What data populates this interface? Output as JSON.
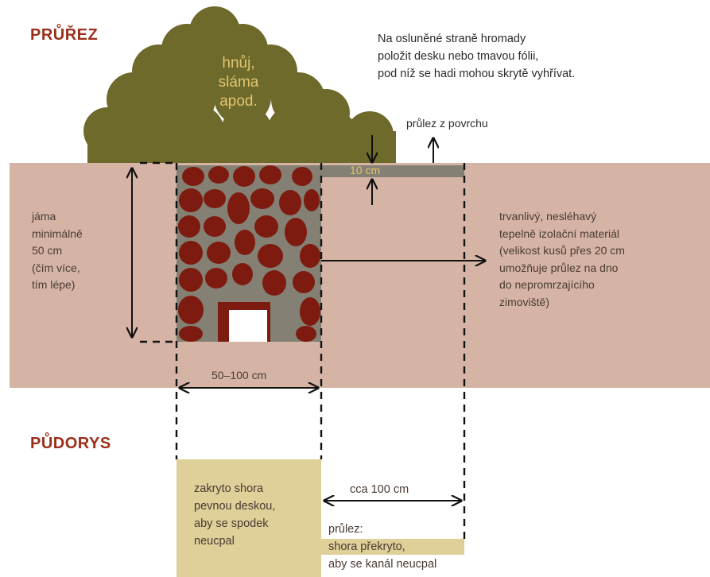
{
  "section_cross": {
    "title": "PRŮŘEZ"
  },
  "section_plan": {
    "title": "PŮDORYS"
  },
  "heap": {
    "label": "hnůj,\nsláma\napod."
  },
  "note_top": {
    "text": "Na osluněné straně hromady\npoložit desku nebo tmavou fólii,\npod níž se hadi mohou skrytě vyhřívat."
  },
  "surface_entry": {
    "label": "průlez z povrchu"
  },
  "gap": {
    "label": "10 cm"
  },
  "pit": {
    "label": "jáma\nminimálně\n50 cm\n(čím více,\ntím lépe)"
  },
  "material": {
    "label": "trvanlivý, nesléhavý\ntepelně izolační materiál\n(velikost kusů přes 20 cm\numožňuje průlez na dno\ndo nepromrzajícího\nzimoviště)"
  },
  "width": {
    "label": "50–100 cm"
  },
  "plan_cover": {
    "label": "zakryto shora\npevnou deskou,\naby se spodek\nneucpal"
  },
  "plan_distance": {
    "label": "cca 100 cm"
  },
  "plan_passage": {
    "title": "průlez:",
    "line1": "shora překryto,",
    "line2": "aby se kanál neucpal"
  },
  "colors": {
    "soil": "#d5b4a6",
    "heap": "#6d6a2b",
    "stone": "#7d1b10",
    "gravel": "#848073",
    "cover": "#dfcf98",
    "heading": "#9b2f1a",
    "heap_text": "#e3c46f"
  }
}
